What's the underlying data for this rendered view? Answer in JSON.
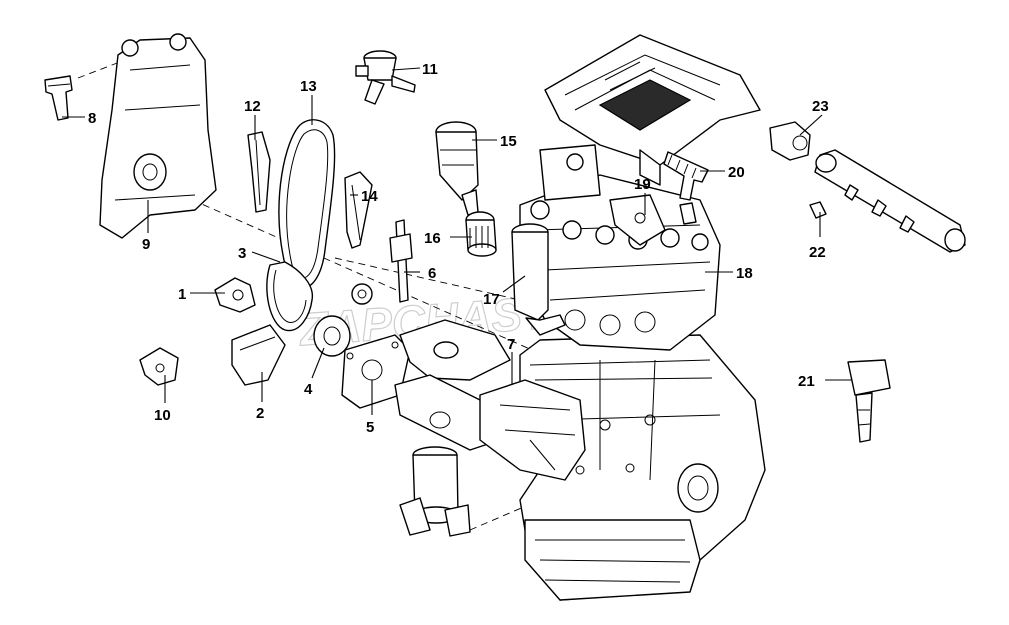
{
  "watermark": "ZAPCHASTI.RU",
  "callouts": [
    "1",
    "2",
    "3",
    "4",
    "5",
    "6",
    "7",
    "8",
    "9",
    "10",
    "11",
    "12",
    "13",
    "14",
    "15",
    "16",
    "17",
    "18",
    "19",
    "20",
    "21",
    "22",
    "23"
  ],
  "colors": {
    "line": "#000000",
    "background": "#ffffff",
    "watermark": "#bdbdbd"
  }
}
